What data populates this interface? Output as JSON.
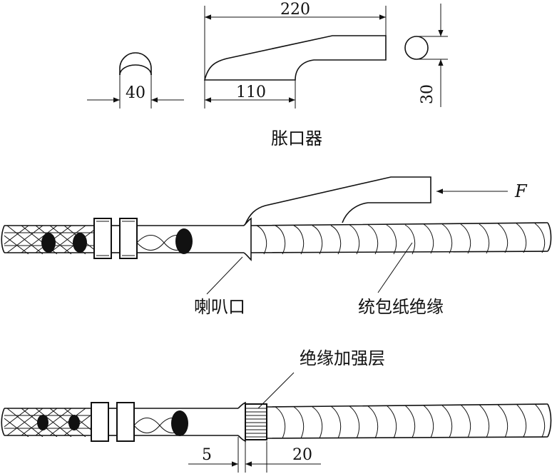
{
  "top_view": {
    "dim_length": "220",
    "dim_half": "110",
    "dim_width": "40",
    "dim_height": "30",
    "caption": "胀口器"
  },
  "middle_view": {
    "force_label": "F",
    "label_flare": "喇叭口",
    "label_wrap": "统包纸绝缘"
  },
  "bottom_view": {
    "label_reinforce": "绝缘加强层",
    "dim_a": "5",
    "dim_b": "20"
  }
}
